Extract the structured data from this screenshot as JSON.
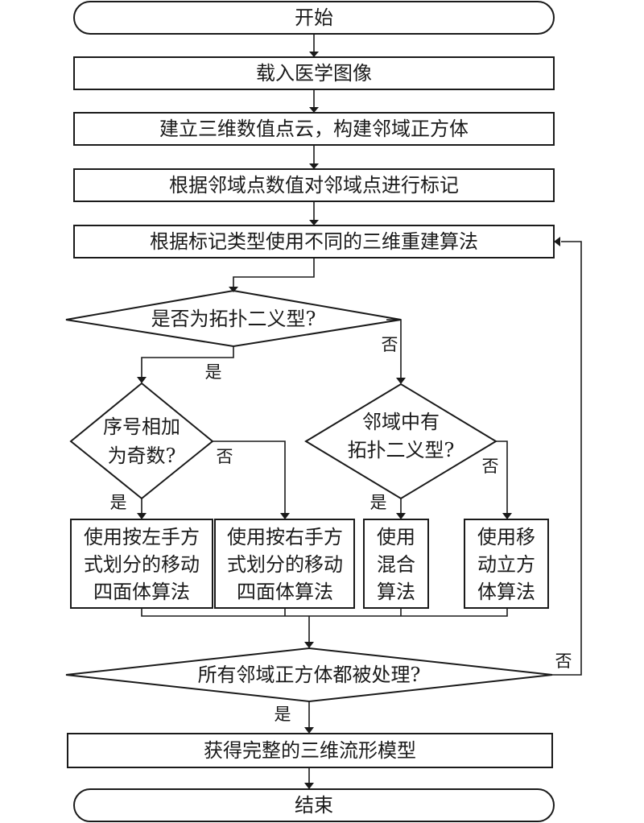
{
  "nodes": {
    "start": "开始",
    "load": "载入医学图像",
    "build_cloud": "建立三维数值点云，构建邻域正方体",
    "mark": "根据邻域点数值对邻域点进行标记",
    "select_algo": "根据标记类型使用不同的三维重建算法",
    "d_topo": "是否为拓扑二义型?",
    "d_odd_l1": "序号相加",
    "d_odd_l2": "为奇数?",
    "d_nb_l1": "邻域中有",
    "d_nb_l2": "拓扑二义型?",
    "left_tet": [
      "使用按左手方",
      "式划分的移动",
      "四面体算法"
    ],
    "right_tet": [
      "使用按右手方",
      "式划分的移动",
      "四面体算法"
    ],
    "mixed": [
      "使用",
      "混合",
      "算法"
    ],
    "mc": [
      "使用移",
      "动立方",
      "体算法"
    ],
    "d_all": "所有邻域正方体都被处理?",
    "result": "获得完整的三维流形模型",
    "end": "结束"
  },
  "labels": {
    "yes": "是",
    "no": "否"
  }
}
